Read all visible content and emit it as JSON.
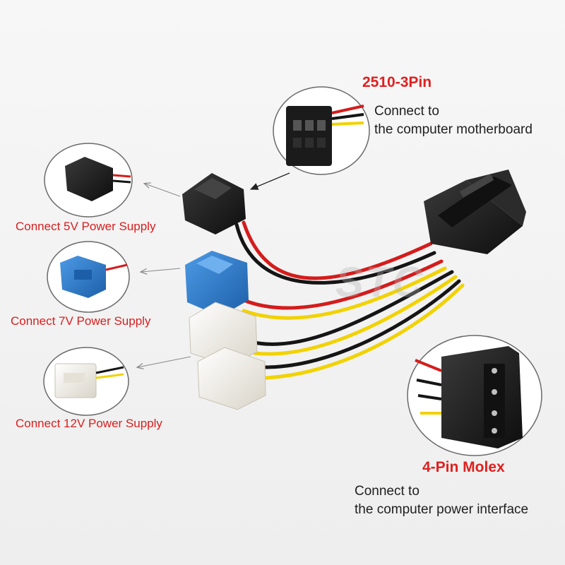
{
  "title_3pin": "2510-3Pin",
  "mb_line1": "Connect to",
  "mb_line2": "the computer motherboard",
  "caption_5v": "Connect 5V Power Supply",
  "caption_7v": "Connect 7V Power Supply",
  "caption_12v": "Connect 12V Power Supply",
  "title_molex": "4-Pin Molex",
  "pw_line1": "Connect to",
  "pw_line2": "the computer power interface",
  "watermark": "STC",
  "colors": {
    "label_red": "#e02020",
    "wire_red": "#d41c1c",
    "wire_yellow": "#f2d200",
    "wire_black": "#151515",
    "connector_black": "#1d1d1d",
    "connector_blue": "#2d7fd1",
    "connector_white": "#f4f1ea"
  }
}
